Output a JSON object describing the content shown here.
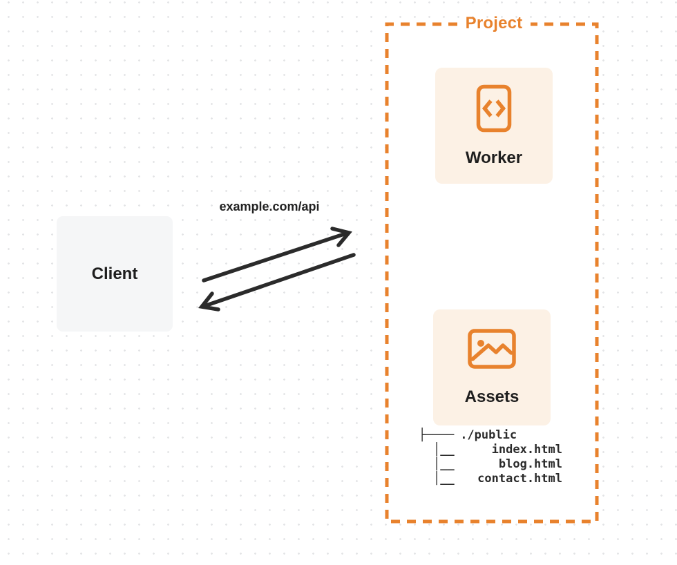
{
  "client": {
    "label": "Client"
  },
  "connection": {
    "label": "example.com/api"
  },
  "project": {
    "label": "Project",
    "worker": {
      "label": "Worker",
      "icon": "code-file-icon"
    },
    "assets": {
      "label": "Assets",
      "icon": "image-icon"
    },
    "tree": {
      "root_prefix": "├────",
      "root_dir": "./public",
      "branch_prefix": "│__",
      "files": [
        "index.html",
        "blog.html",
        "contact.html"
      ]
    }
  },
  "colors": {
    "accent_orange": "#E8822D",
    "card_background": "#FCF1E5",
    "client_background": "#F5F6F7",
    "text_dark": "#1E1E1E",
    "arrow": "#2B2B2B",
    "dot_grid": "#E3E4E6",
    "project_fill": "#FFFFFF"
  }
}
